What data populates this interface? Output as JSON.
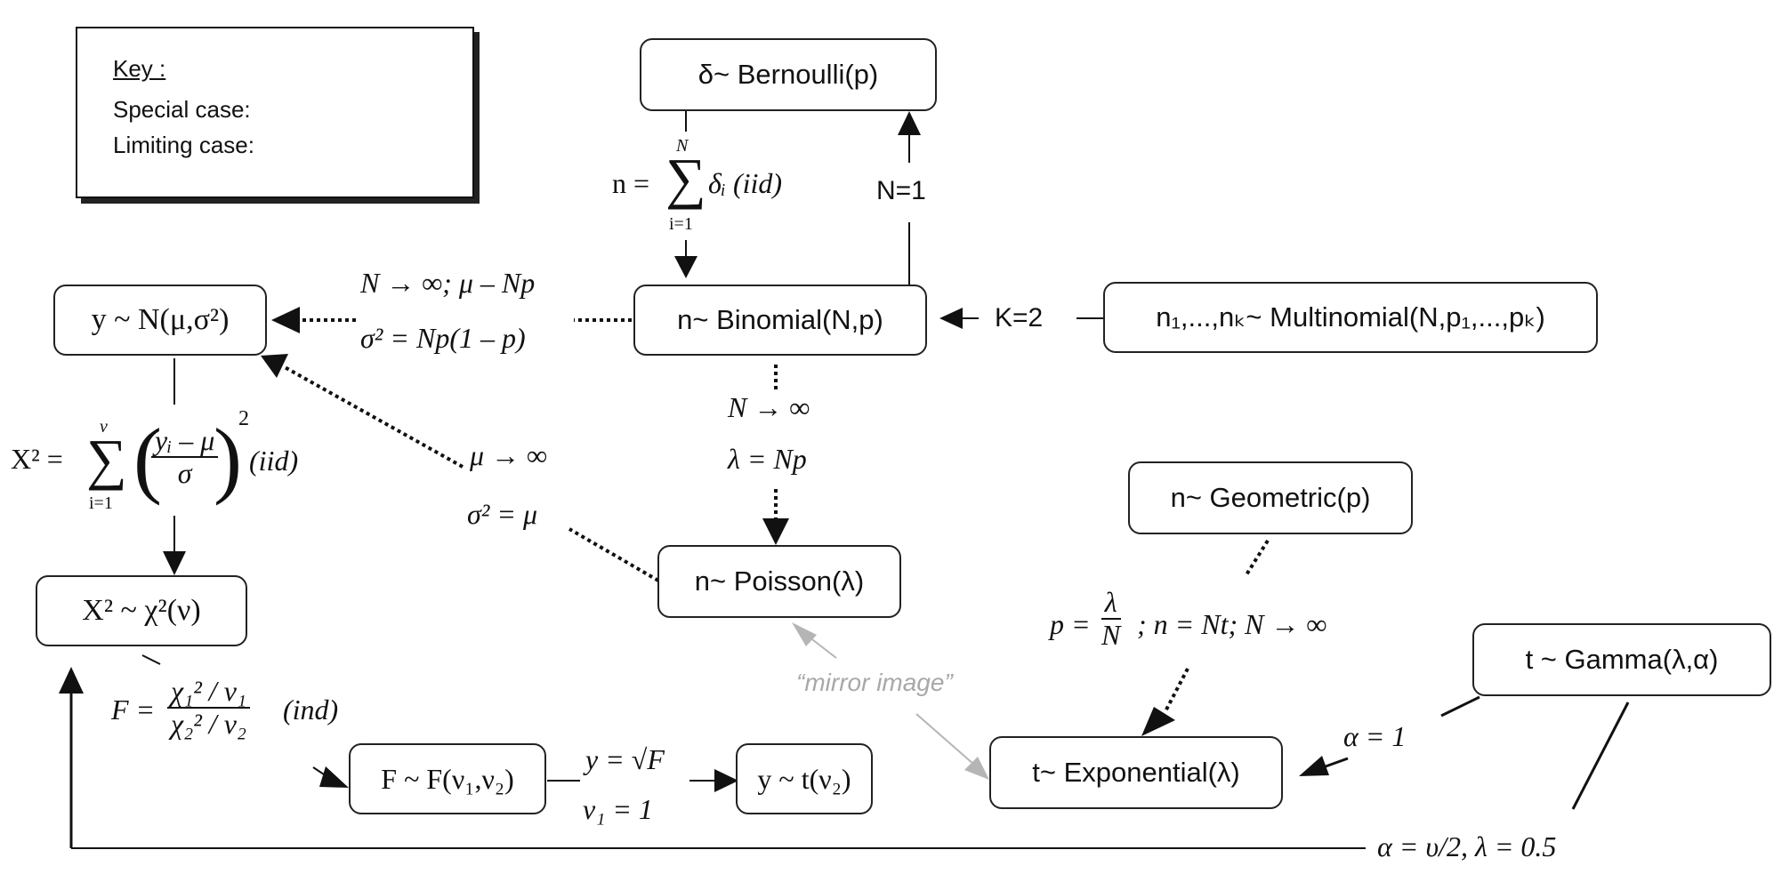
{
  "key": {
    "title": "Key :",
    "special_case": "Special case:",
    "limiting_case": "Limiting case:"
  },
  "nodes": {
    "bernoulli": "δ~ Bernoulli(p)",
    "binomial": "n~ Binomial(N,p)",
    "multinomial": "n₁,...,nₖ~ Multinomial(N,p₁,...,pₖ)",
    "normal": "y ~ N(μ,σ²)",
    "poisson": "n~ Poisson(λ)",
    "geometric": "n~ Geometric(p)",
    "chi2": "X² ~ χ²(ν)",
    "gamma": "t ~ Gamma(λ,α)",
    "exponential": "t~ Exponential(λ)",
    "fdist": "F ~ F(ν₁,ν₂)",
    "tdist": "y ~ t(ν₂)"
  },
  "labels": {
    "sum_delta_lhs": "n =",
    "sum_delta_top": "N",
    "sum_delta_bottom": "i=1",
    "sum_delta_body": "δᵢ (iid)",
    "n_eq_1": "N=1",
    "k_eq_2": "K=2",
    "normal_approx_1": "N → ∞; μ – Np",
    "normal_approx_2": "σ² = Np(1 – p)",
    "poisson_limit_1": "N → ∞",
    "poisson_limit_2": "λ = Np",
    "poisson_normal_1": "μ → ∞",
    "poisson_normal_2": "σ² = μ",
    "chi_sum_lhs": "X² =",
    "chi_sum_top": "ν",
    "chi_sum_bottom": "i=1",
    "chi_frac_num": "yᵢ – μ",
    "chi_frac_den": "σ",
    "chi_sum_tail": "(iid)",
    "f_lhs": "F =",
    "f_num": "χ₁² / ν₁",
    "f_den": "χ₂² / ν₂",
    "f_tail": "(ind)",
    "sqrt_f": "y = √F",
    "nu1_eq_1": "ν₁ = 1",
    "geo_p_lhs": "p =",
    "geo_num": "λ",
    "geo_den": "N",
    "geo_rest": "; n = Nt; N → ∞",
    "mirror": "“mirror image”",
    "alpha_1": "α = 1",
    "alpha_nu": "α = υ/2, λ = 0.5"
  }
}
